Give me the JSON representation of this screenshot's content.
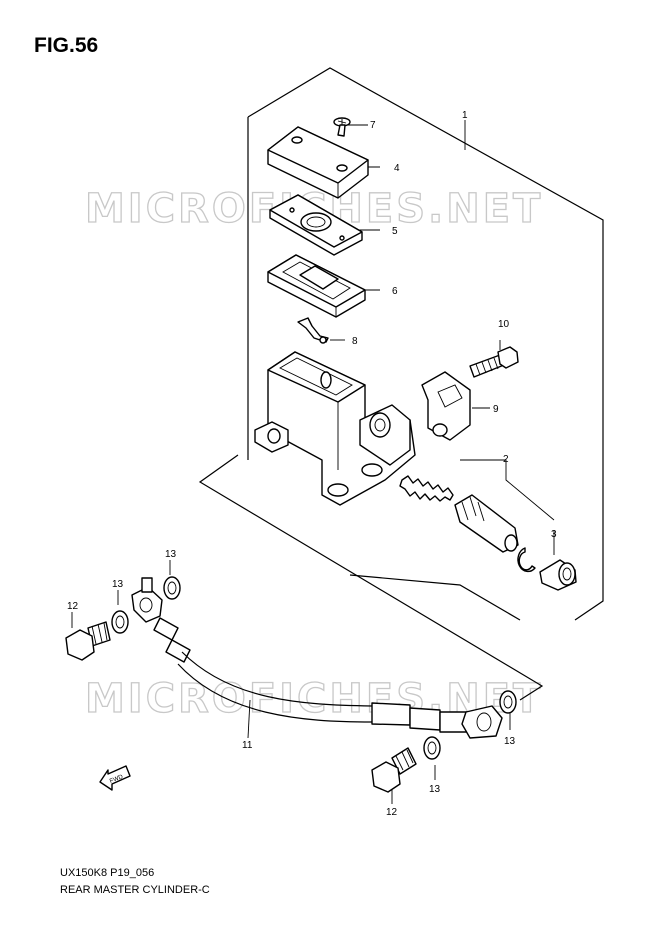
{
  "figure": {
    "title": "FIG.56",
    "footer_code": "UX150K8 P19_056",
    "footer_name": "REAR MASTER CYLINDER-C",
    "watermark": "MICROFICHES.NET",
    "fwd_label": "FWD"
  },
  "callouts": [
    "1",
    "2",
    "3",
    "4",
    "5",
    "6",
    "7",
    "8",
    "9",
    "10",
    "11",
    "12",
    "12",
    "13",
    "13",
    "13",
    "13"
  ]
}
